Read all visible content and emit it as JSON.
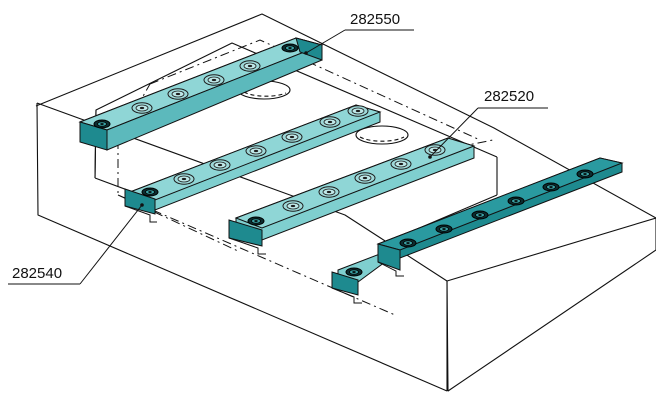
{
  "callouts": {
    "top_rail": "282550",
    "right_rail": "282520",
    "left_rail": "282540"
  },
  "colors": {
    "rail_fill": "#7fcfcf",
    "rail_dark": "#1e8a8f",
    "rail_shadow": "#0f6b70",
    "outline": "#111111"
  }
}
